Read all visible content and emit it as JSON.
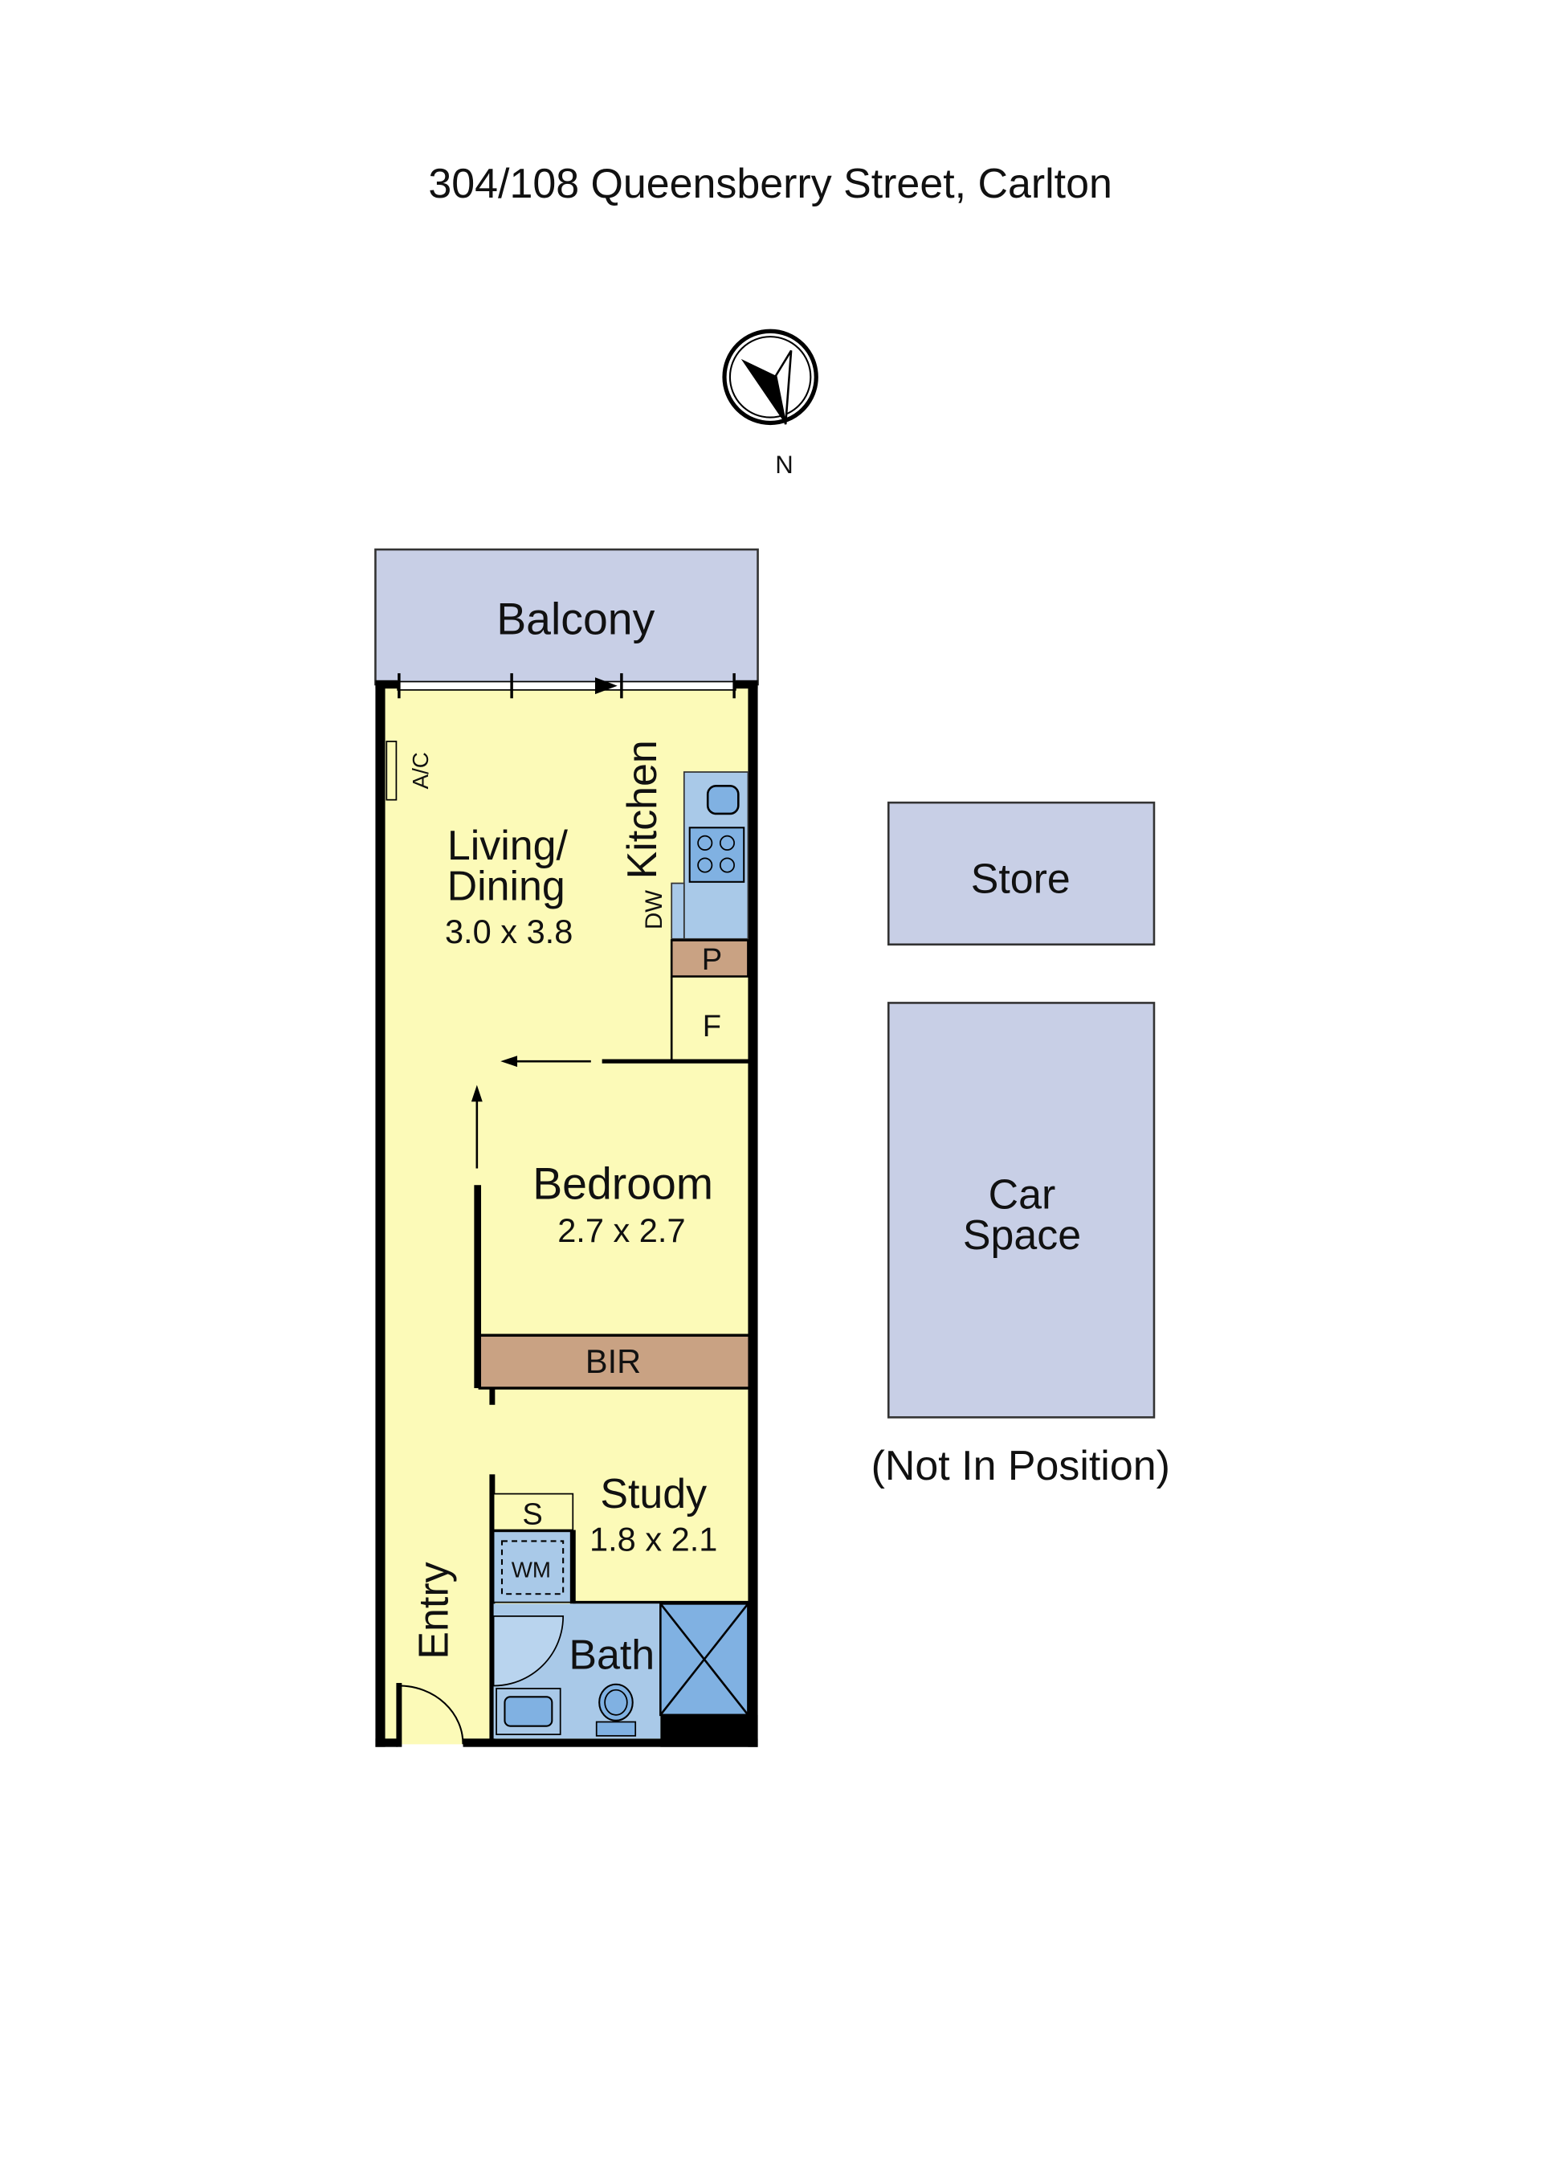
{
  "title": "304/108 Queensberry Street, Carlton",
  "compass": {
    "label": "N"
  },
  "rooms": {
    "balcony": "Balcony",
    "ac": "A/C",
    "living_line1": "Living/",
    "living_line2": "Dining",
    "living_size": "3.0 x 3.8",
    "kitchen": "Kitchen",
    "dw": "DW",
    "pantry": "P",
    "fridge": "F",
    "bedroom": "Bedroom",
    "bedroom_size": "2.7 x 2.7",
    "bir": "BIR",
    "study": "Study",
    "study_size": "1.8 x 2.1",
    "s": "S",
    "wm": "WM",
    "bath": "Bath",
    "entry": "Entry"
  },
  "outbuildings": {
    "store": "Store",
    "car_line1": "Car",
    "car_line2": "Space",
    "note": "(Not In Position)"
  },
  "colors": {
    "floor": "#fcfab8",
    "balcony": "#c8cfe6",
    "wet": "#a9c9e8",
    "joinery": "#c9a283",
    "duct": "#80b1e2"
  }
}
